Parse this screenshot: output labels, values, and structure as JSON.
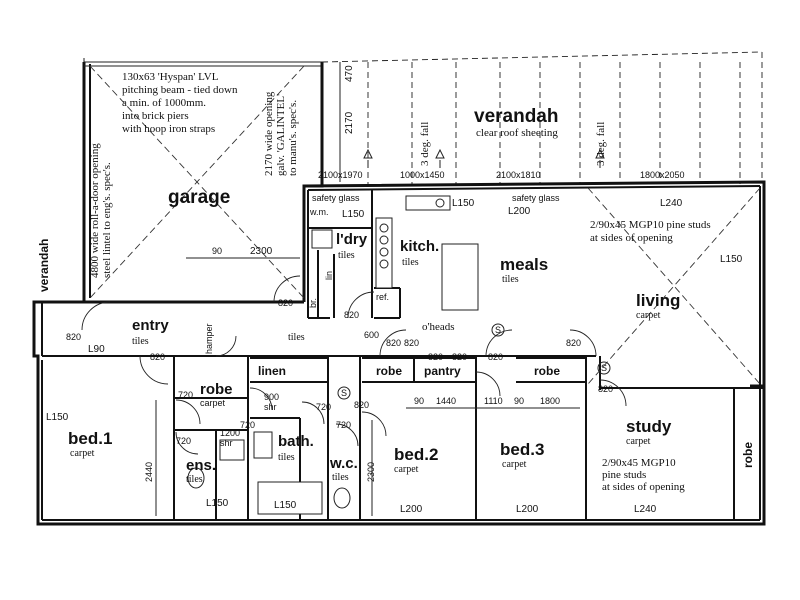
{
  "rooms": {
    "garage": "garage",
    "verandah_top": "verandah",
    "verandah_top_sub": "clear roof sheeting",
    "verandah_side": "verandah",
    "laundry": "l'dry",
    "laundry_sub": "tiles",
    "kitchen": "kitch.",
    "kitchen_sub": "tiles",
    "meals": "meals",
    "meals_sub": "tiles",
    "living": "living",
    "living_sub": "carpet",
    "entry": "entry",
    "entry_sub": "tiles",
    "hall_sub": "tiles",
    "bed1": "bed.1",
    "bed1_sub": "carpet",
    "robe1": "robe",
    "robe1_sub": "carpet",
    "linen": "linen",
    "ens": "ens.",
    "ens_sub": "tiles",
    "bath": "bath.",
    "bath_sub": "tiles",
    "wc": "w.c.",
    "wc_sub": "tiles",
    "bed2": "bed.2",
    "bed2_sub": "carpet",
    "robe2": "robe",
    "pantry": "pantry",
    "bed3": "bed.3",
    "bed3_sub": "carpet",
    "robe3": "robe",
    "study": "study",
    "study_sub": "carpet",
    "robe_study": "robe",
    "hamper": "hamper",
    "wm": "w.m.",
    "ref": "ref.",
    "br": "br.",
    "lin": "lin",
    "oheads": "o'heads",
    "shr900": "900",
    "shr900_b": "shr",
    "shr1200": "1200",
    "shr1200_b": "shr"
  },
  "notes": {
    "beam": [
      "130x63 'Hyspan' LVL",
      "pitching beam - tied down",
      "a min. of 1000mm.",
      "into brick piers",
      "with hoop iron straps"
    ],
    "roll_door": [
      "4800 wide roll-a-door opening",
      "steel lintel to eng's. spec's."
    ],
    "garage_opening": [
      "2170 wide opening",
      "galv. 'GALINTEL'",
      "to manu's. spec's."
    ],
    "studs_living": [
      "2/90x45 MGP10 pine studs",
      "at sides of opening"
    ],
    "studs_study": [
      "2/90x45 MGP10",
      "pine studs",
      "at sides of opening"
    ],
    "fall_a": "3 deg. fall",
    "fall_b": "3 deg. fall",
    "safety_glass_1": "safety glass",
    "safety_glass_2": "safety glass"
  },
  "dims": {
    "d470": "470",
    "d2170": "2170",
    "w2100x1970": "2100x1970",
    "w1000x1450": "1000x1450",
    "w2100x1810": "2100x1810",
    "w1800x2050": "1800x2050",
    "l240a": "L240",
    "l240b": "L240",
    "l150a": "L150",
    "l150b": "L150",
    "l150c": "L150",
    "l150d": "L150",
    "l150e": "L150",
    "l150f": "L150",
    "l200a": "L200",
    "l200b": "L200",
    "l200c": "L200",
    "l90": "L90",
    "d90a": "90",
    "d2300a": "2300",
    "d820a": "820",
    "d820b": "820",
    "d820c": "820",
    "d820d": "820",
    "d820e": "820",
    "d820f": "820",
    "d820g": "820",
    "d820h": "820",
    "d820i": "820",
    "d820j": "820",
    "d820k": "820",
    "d820l": "820",
    "d600": "600",
    "d720a": "720",
    "d720b": "720",
    "d720c": "720",
    "d720d": "720",
    "d720e": "720",
    "d90b": "90",
    "d1440": "1440",
    "d1110": "1110",
    "d90c": "90",
    "d1800": "1800",
    "d2440": "2440",
    "d2300b": "2300",
    "s_mark": "S"
  }
}
